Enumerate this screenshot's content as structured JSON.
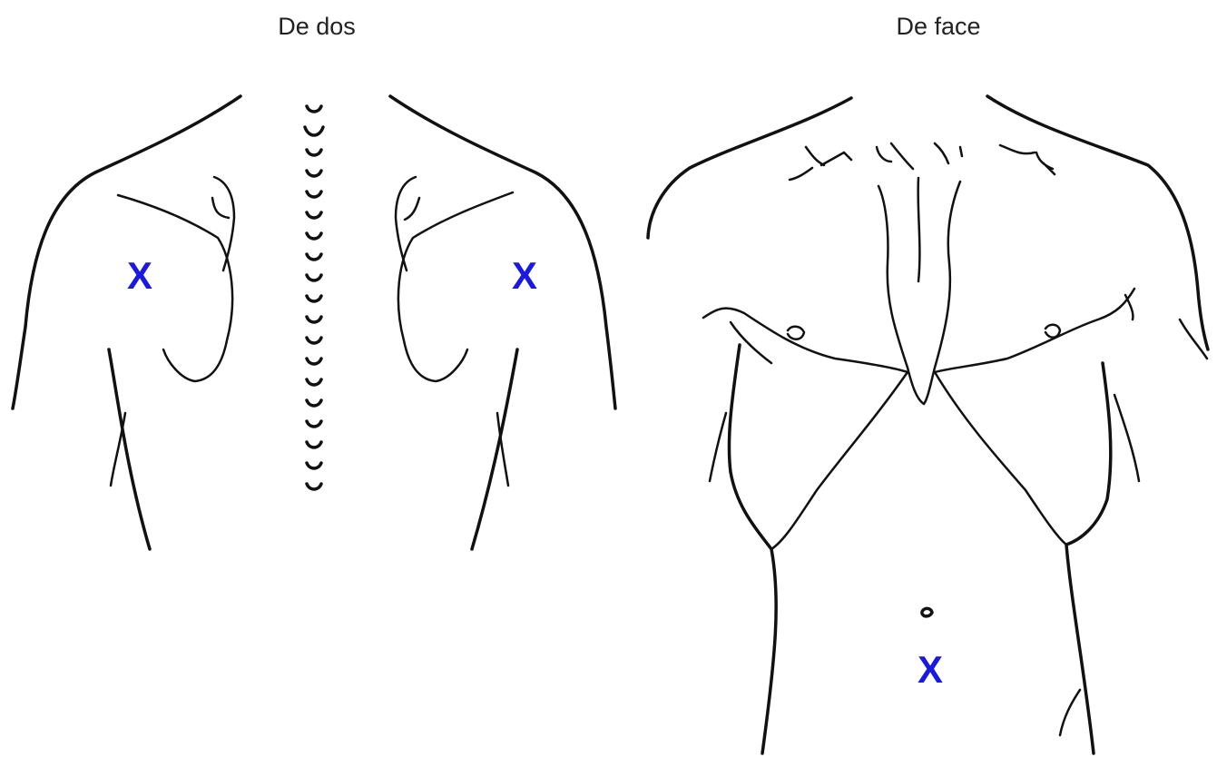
{
  "panels": {
    "back": {
      "title": "De dos"
    },
    "front": {
      "title": "De face"
    }
  },
  "markers": {
    "label": "X",
    "color": "#1a1ad9",
    "back_left": "X",
    "back_right": "X",
    "front_abdomen": "X"
  }
}
